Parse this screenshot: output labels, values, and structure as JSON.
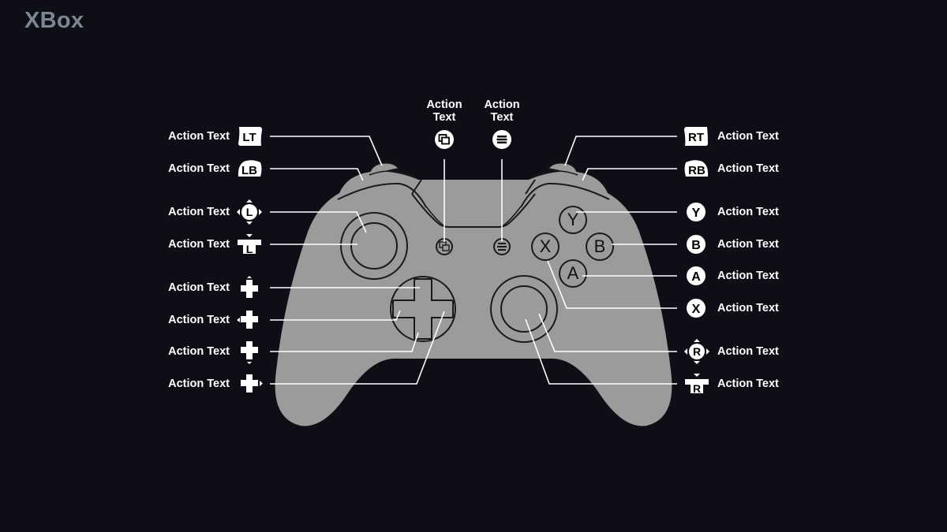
{
  "title": "XBox",
  "colors": {
    "background": "#0e0e16",
    "controller_fill": "#9b9b9b",
    "outline": "#1a1a1a",
    "leader_line": "#ffffff",
    "title": "#7c8592"
  },
  "left_mappings": [
    {
      "id": "lt",
      "label": "Action Text",
      "icon": "lt-trigger-icon",
      "glyph": "LT"
    },
    {
      "id": "lb",
      "label": "Action Text",
      "icon": "lb-bumper-icon",
      "glyph": "LB"
    },
    {
      "id": "ls-move",
      "label": "Action Text",
      "icon": "left-stick-move-icon",
      "glyph": "L"
    },
    {
      "id": "ls-click",
      "label": "Action Text",
      "icon": "left-stick-click-icon",
      "glyph": "L"
    },
    {
      "id": "dpad-up",
      "label": "Action Text",
      "icon": "dpad-up-icon",
      "glyph": ""
    },
    {
      "id": "dpad-left",
      "label": "Action Text",
      "icon": "dpad-left-icon",
      "glyph": ""
    },
    {
      "id": "dpad-down",
      "label": "Action Text",
      "icon": "dpad-down-icon",
      "glyph": ""
    },
    {
      "id": "dpad-right",
      "label": "Action Text",
      "icon": "dpad-right-icon",
      "glyph": ""
    }
  ],
  "center_mappings": [
    {
      "id": "view",
      "label_line1": "Action",
      "label_line2": "Text",
      "icon": "view-button-icon"
    },
    {
      "id": "menu",
      "label_line1": "Action",
      "label_line2": "Text",
      "icon": "menu-button-icon"
    }
  ],
  "right_mappings": [
    {
      "id": "rt",
      "label": "Action Text",
      "icon": "rt-trigger-icon",
      "glyph": "RT"
    },
    {
      "id": "rb",
      "label": "Action Text",
      "icon": "rb-bumper-icon",
      "glyph": "RB"
    },
    {
      "id": "y",
      "label": "Action Text",
      "icon": "y-button-icon",
      "glyph": "Y"
    },
    {
      "id": "b",
      "label": "Action Text",
      "icon": "b-button-icon",
      "glyph": "B"
    },
    {
      "id": "a",
      "label": "Action Text",
      "icon": "a-button-icon",
      "glyph": "A"
    },
    {
      "id": "x",
      "label": "Action Text",
      "icon": "x-button-icon",
      "glyph": "X"
    },
    {
      "id": "rs-move",
      "label": "Action Text",
      "icon": "right-stick-move-icon",
      "glyph": "R"
    },
    {
      "id": "rs-click",
      "label": "Action Text",
      "icon": "right-stick-click-icon",
      "glyph": "R"
    }
  ],
  "controller_buttons": {
    "y": "Y",
    "b": "B",
    "a": "A",
    "x": "X"
  }
}
